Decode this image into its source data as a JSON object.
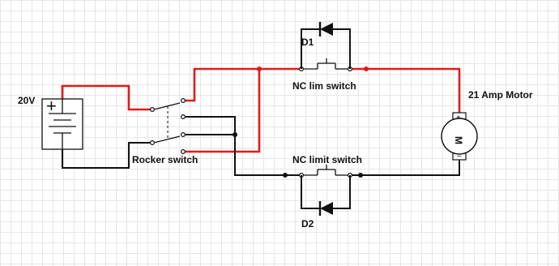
{
  "labels": {
    "battery_voltage": "20V",
    "battery_plus": "+",
    "rocker": "Rocker switch",
    "d1": "D1",
    "d2": "D2",
    "nc_top": "NC lim switch",
    "nc_bottom": "NC limit switch",
    "motor": "21 Amp Motor",
    "motor_letter": "M",
    "motor_plus": "+",
    "motor_minus": "–"
  },
  "colors": {
    "grid": "#e6e6e6",
    "red_wire": "#e01b1b",
    "black_wire": "#111111"
  }
}
